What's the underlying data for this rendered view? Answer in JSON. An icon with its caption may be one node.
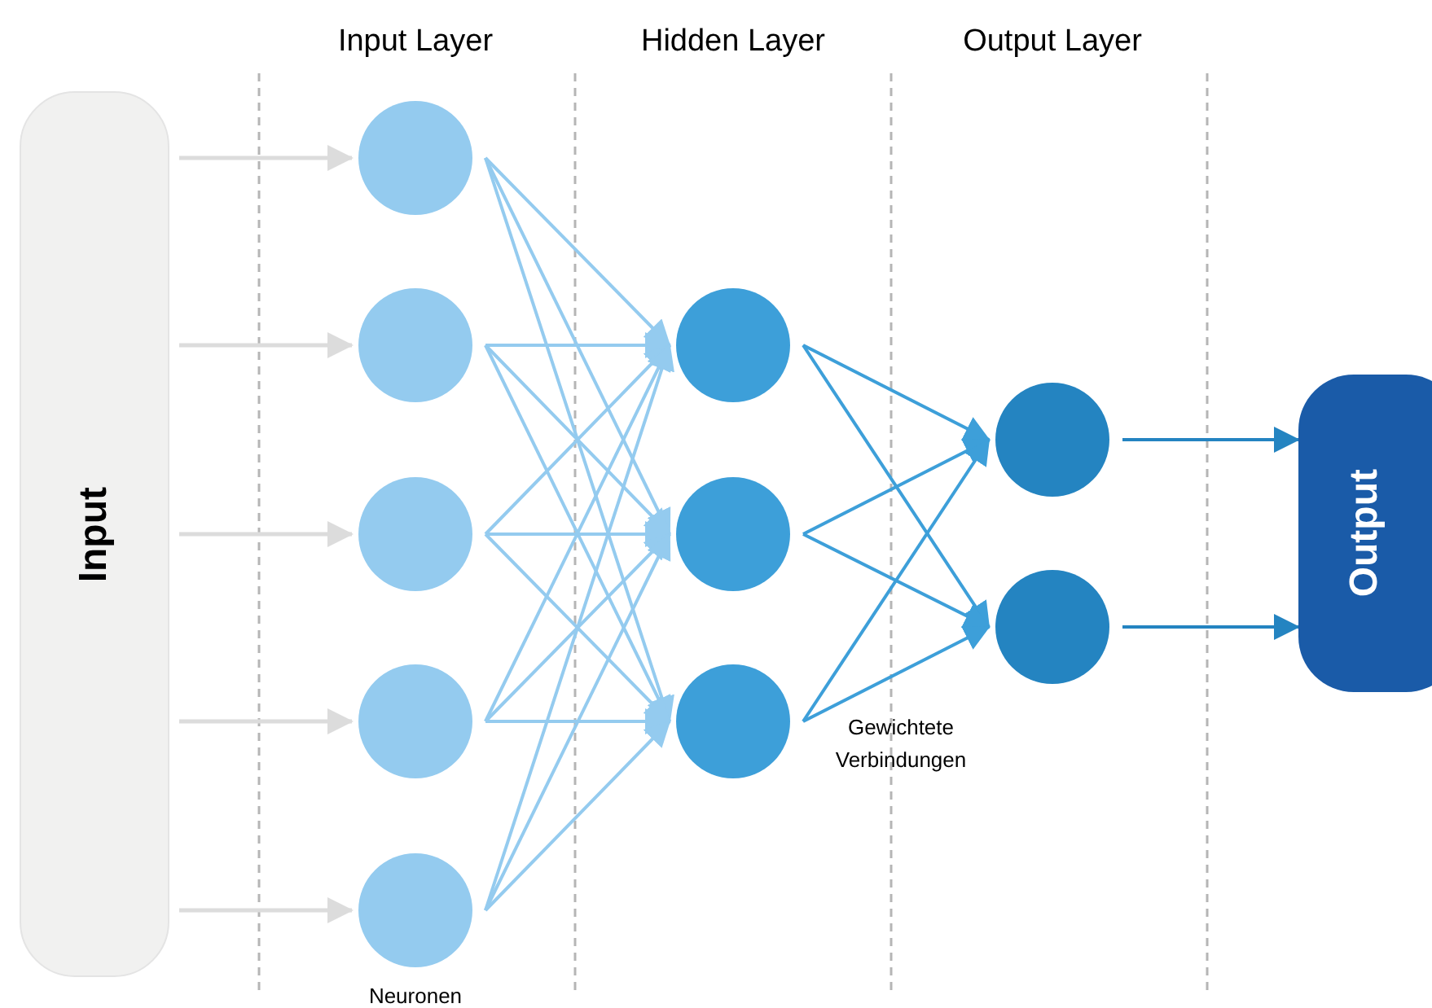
{
  "diagram": {
    "nodes": [
      {
        "text": [
          "Input"
        ]
      },
      {
        "text": [],
        "shape": "circle"
      },
      {
        "text": [],
        "shape": "circle"
      },
      {
        "text": [],
        "shape": "circle"
      },
      {
        "text": [],
        "shape": "circle"
      },
      {
        "text": [],
        "shape": "circle",
        "beside": [
          "Neuronen"
        ]
      },
      {
        "text": [],
        "shape": "circle"
      },
      {
        "text": [],
        "shape": "circle"
      },
      {
        "text": [],
        "shape": "circle"
      },
      {
        "text": [],
        "shape": "circle"
      },
      {
        "text": [],
        "shape": "circle"
      },
      {
        "text": [
          "Output"
        ]
      }
    ],
    "edges": [
      {
        "from": 0,
        "to": 1,
        "arrow": "to",
        "color": "#dcdcdc"
      },
      {
        "from": 0,
        "to": 2,
        "arrow": "to",
        "color": "#dcdcdc"
      },
      {
        "from": 0,
        "to": 3,
        "arrow": "to",
        "color": "#dcdcdc"
      },
      {
        "from": 0,
        "to": 4,
        "arrow": "to",
        "color": "#dcdcdc"
      },
      {
        "from": 0,
        "to": 5,
        "arrow": "to",
        "color": "#dcdcdc"
      },
      {
        "from": 1,
        "to": 6,
        "arrow": "to"
      },
      {
        "from": 1,
        "to": 7,
        "arrow": "to"
      },
      {
        "from": 1,
        "to": 8,
        "arrow": "to"
      },
      {
        "from": 2,
        "to": 6,
        "arrow": "to"
      },
      {
        "from": 2,
        "to": 7,
        "arrow": "to"
      },
      {
        "from": 2,
        "to": 8,
        "arrow": "to"
      },
      {
        "from": 3,
        "to": 6,
        "arrow": "to"
      },
      {
        "from": 3,
        "to": 7,
        "arrow": "to"
      },
      {
        "from": 3,
        "to": 8,
        "arrow": "to"
      },
      {
        "from": 4,
        "to": 6,
        "arrow": "to"
      },
      {
        "from": 4,
        "to": 7,
        "arrow": "to"
      },
      {
        "from": 4,
        "to": 8,
        "arrow": "to"
      },
      {
        "from": 5,
        "to": 6,
        "arrow": "to"
      },
      {
        "from": 5,
        "to": 7,
        "arrow": "to"
      },
      {
        "from": 5,
        "to": 8,
        "arrow": "to"
      },
      {
        "from": 6,
        "to": 9,
        "arrow": "to",
        "color": "#3d9fd9"
      },
      {
        "from": 6,
        "to": 10,
        "arrow": "to",
        "color": "#3d9fd9"
      },
      {
        "from": 7,
        "to": 9,
        "arrow": "to",
        "color": "#3d9fd9"
      },
      {
        "from": 7,
        "to": 10,
        "arrow": "to",
        "color": "#3d9fd9"
      },
      {
        "from": 8,
        "to": 9,
        "arrow": "to",
        "color": "#3d9fd9"
      },
      {
        "from": 8,
        "to": 10,
        "arrow": "to",
        "color": "#3d9fd9"
      },
      {
        "from": 9,
        "to": 11,
        "arrow": "to",
        "color": "#2484c1"
      },
      {
        "from": 10,
        "to": 11,
        "arrow": "to",
        "color": "#2484c1"
      }
    ],
    "labels": [
      "Input Layer",
      "Hidden Layer",
      "Output Layer",
      "Gewichtete Verbindungen"
    ]
  }
}
